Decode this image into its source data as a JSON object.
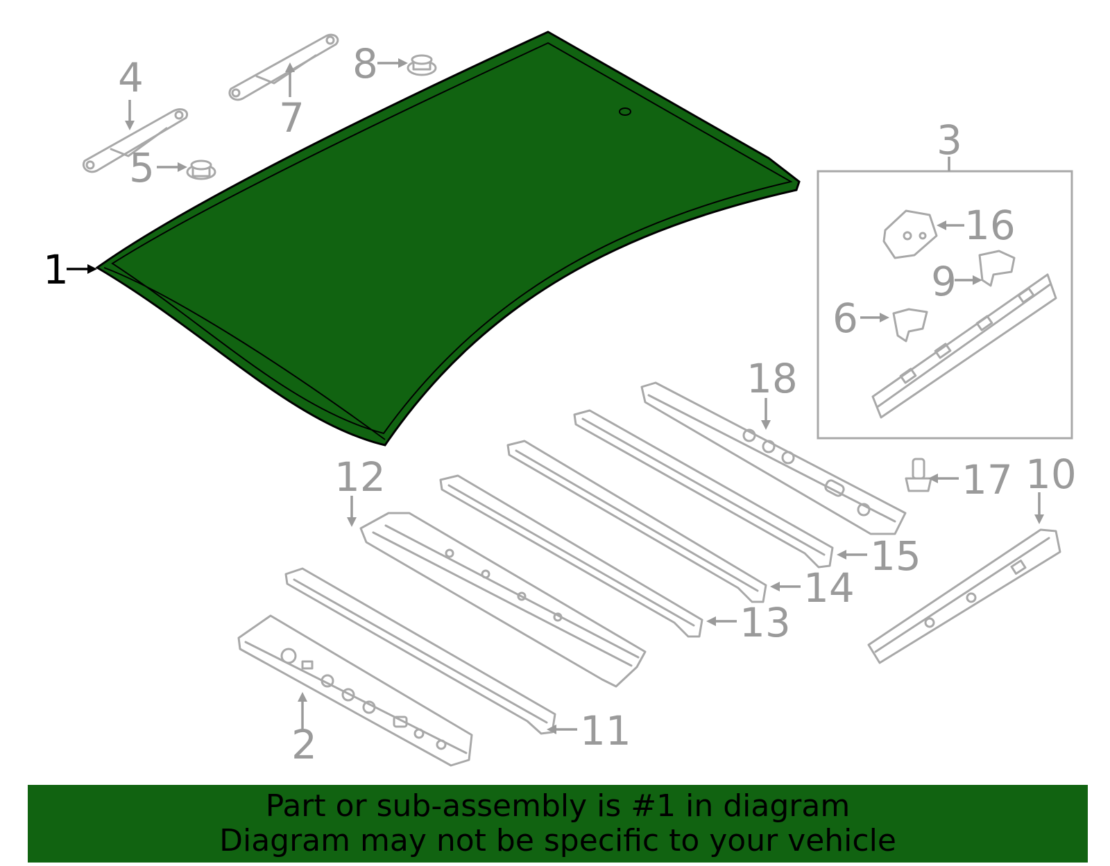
{
  "callouts": {
    "c1": "1",
    "c2": "2",
    "c3": "3",
    "c4": "4",
    "c5": "5",
    "c6": "6",
    "c7": "7",
    "c8": "8",
    "c9": "9",
    "c10": "10",
    "c11": "11",
    "c12": "12",
    "c13": "13",
    "c14": "14",
    "c15": "15",
    "c16": "16",
    "c17": "17",
    "c18": "18"
  },
  "selected_part": "1",
  "colors": {
    "highlight": "#116311",
    "part_outline": "#a8a8a8",
    "callout_text": "#9a9a9a",
    "selected_text": "#000000"
  },
  "banner": {
    "line1": "Part or sub-assembly is #1 in diagram",
    "line2": "Diagram may not be specific to your vehicle"
  }
}
